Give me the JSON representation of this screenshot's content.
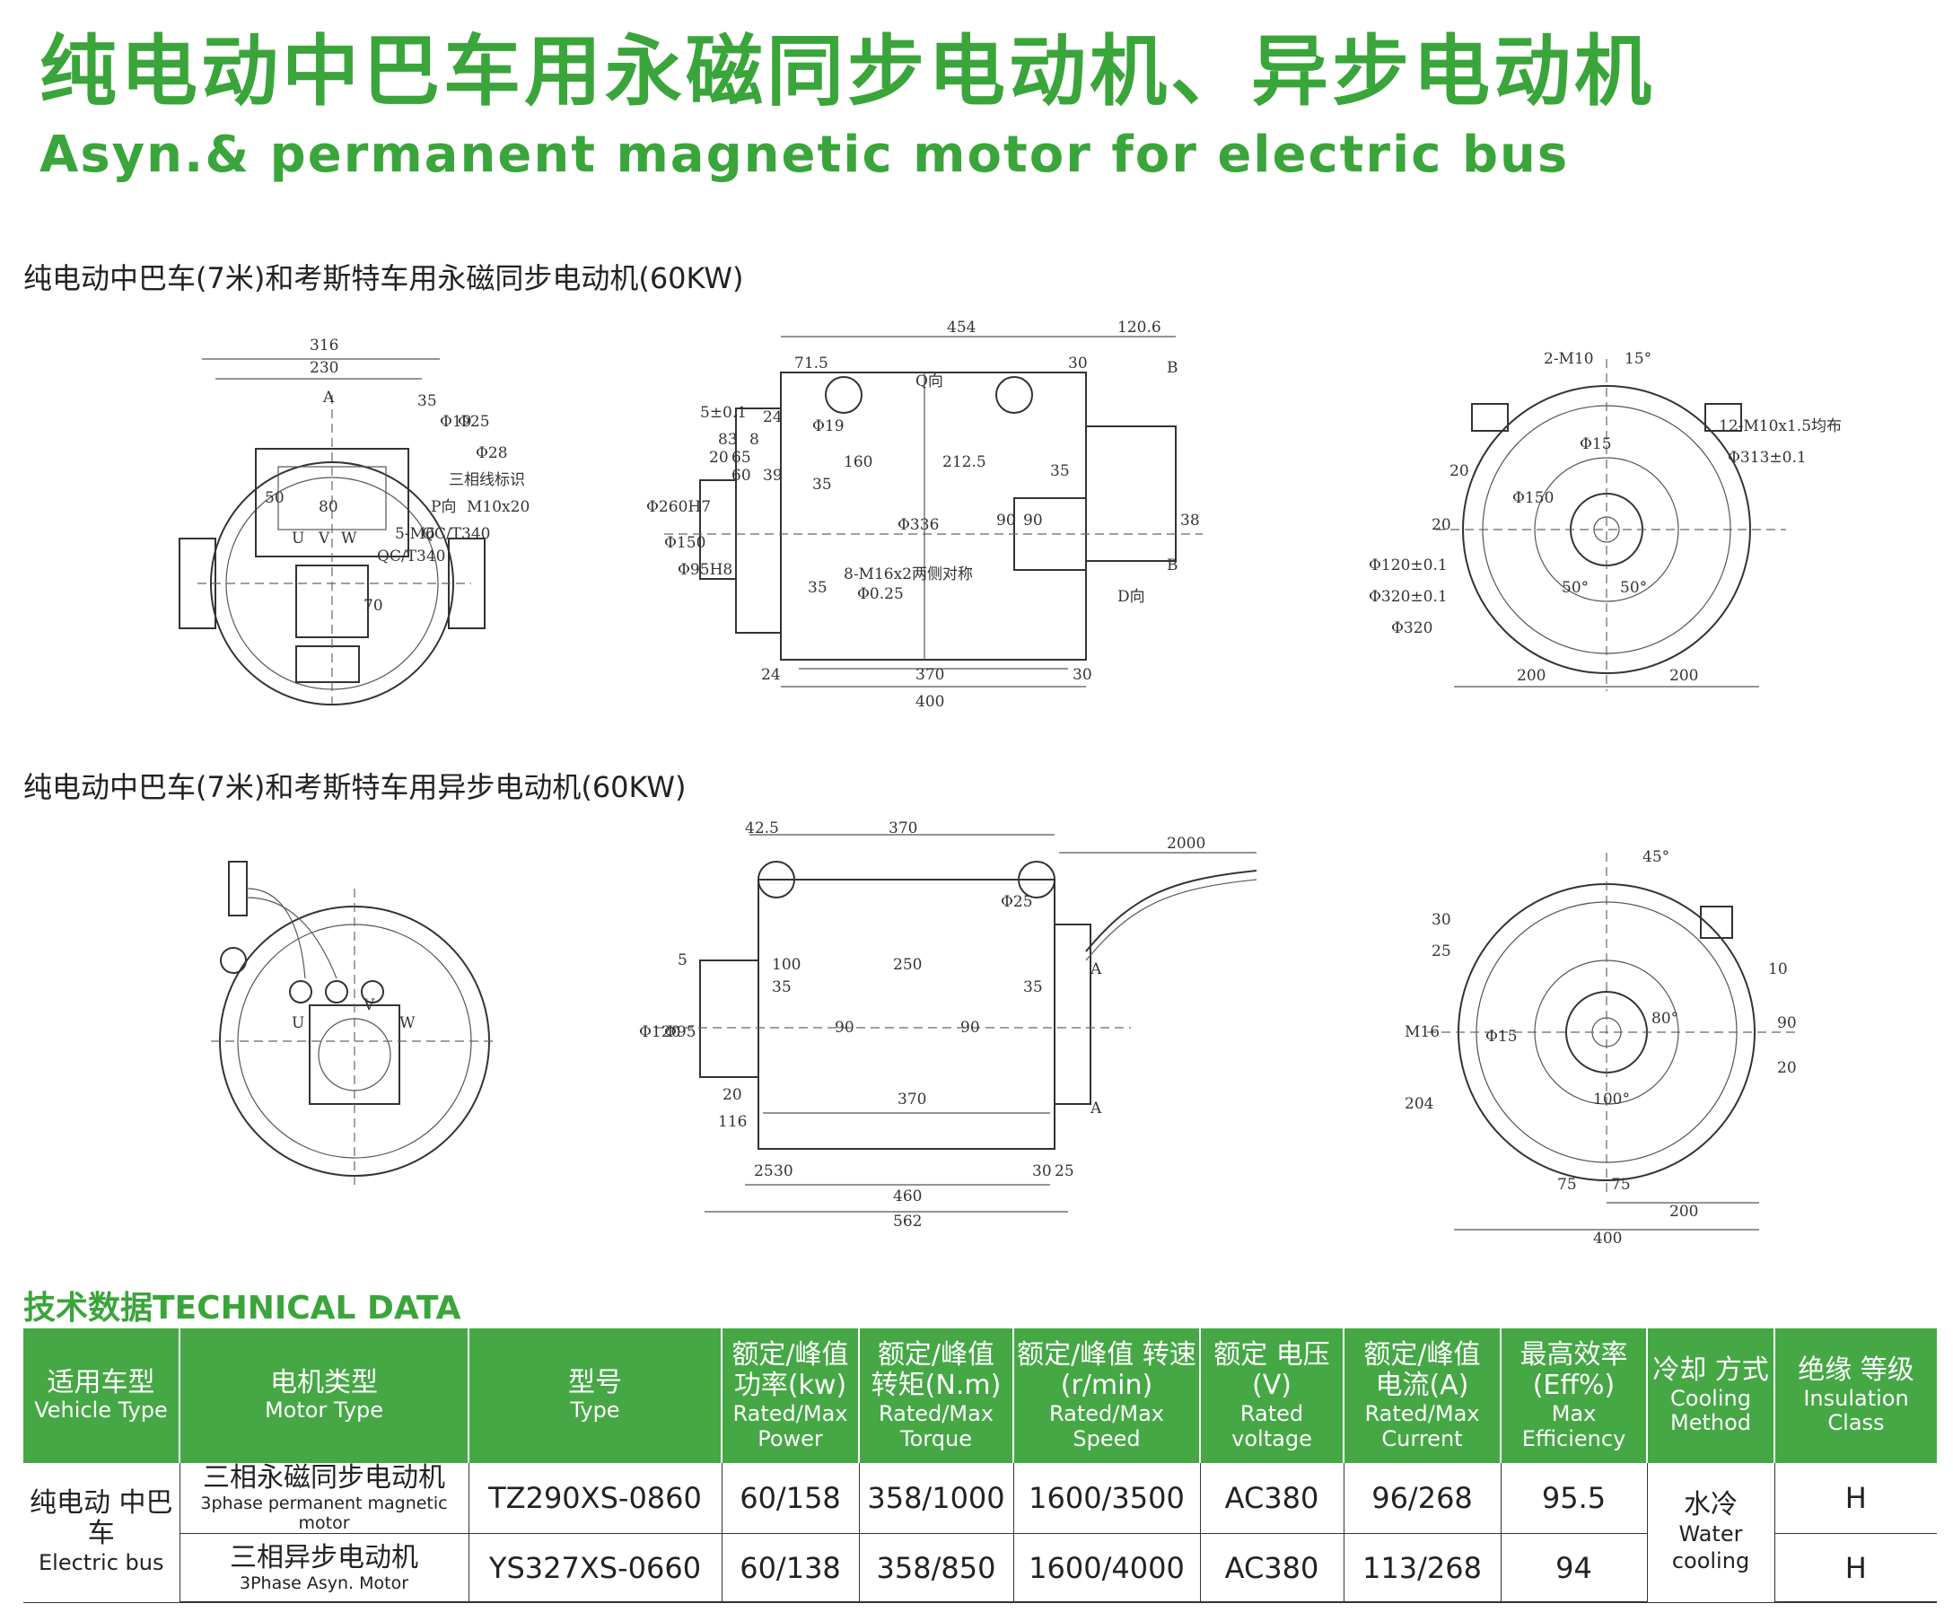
{
  "header": {
    "title_cn": "纯电动中巴车用永磁同步电动机、异步电动机",
    "title_en": "Asyn.& permanent magnetic motor for electric bus"
  },
  "sections": [
    {
      "label": "纯电动中巴车(7米)和考斯特车用永磁同步电动机(60KW)",
      "drawing_dims": {
        "front": [
          "316",
          "230",
          "35",
          "Φ19",
          "Φ25",
          "Φ28",
          "80",
          "50",
          "70",
          "A",
          "P向",
          "M10x20",
          "三相线标识",
          "5-M6",
          "QC/T340",
          "QC/T340",
          "U",
          "V",
          "W"
        ],
        "side": [
          "454",
          "120.6",
          "71.5",
          "Φ19",
          "Q向",
          "30",
          "5±0.1",
          "24",
          "83",
          "8",
          "65",
          "20",
          "60",
          "39",
          "35",
          "160",
          "212.5",
          "35",
          "Φ260H7",
          "Φ150",
          "Φ95H8",
          "Φ336",
          "90",
          "90",
          "8-M16x2两侧对称",
          "Φ0.25",
          "35",
          "B",
          "B",
          "38",
          "D向",
          "24",
          "370",
          "30",
          "400"
        ],
        "end": [
          "2-M10",
          "15°",
          "12-M10x1.5均布",
          "Φ15",
          "Φ313±0.1",
          "20",
          "20",
          "Φ150",
          "Φ120±0.1",
          "Φ320±0.1",
          "Φ320",
          "50°",
          "50°",
          "200",
          "200"
        ]
      }
    },
    {
      "label": "纯电动中巴车(7米)和考斯特车用异步电动机(60KW)",
      "drawing_dims": {
        "front": [
          "U",
          "V",
          "W"
        ],
        "side": [
          "42.5",
          "370",
          "2000",
          "Φ25",
          "5",
          "100",
          "250",
          "35",
          "35",
          "Φ120",
          "Φ95",
          "20",
          "116",
          "90",
          "90",
          "370",
          "A",
          "A",
          "25",
          "30",
          "30",
          "25",
          "460",
          "562"
        ],
        "end": [
          "45°",
          "30",
          "25",
          "10",
          "M16",
          "Φ15",
          "80°",
          "90",
          "20",
          "204",
          "100°",
          "75",
          "75",
          "200",
          "400"
        ]
      }
    }
  ],
  "tech": {
    "heading": "技术数据TECHNICAL DATA",
    "columns": [
      {
        "cn": "适用车型",
        "en": "Vehicle Type"
      },
      {
        "cn": "电机类型",
        "en": "Motor Type"
      },
      {
        "cn": "型号",
        "en": "Type"
      },
      {
        "cn": "额定/峰值 功率(kw)",
        "en": "Rated/Max Power"
      },
      {
        "cn": "额定/峰值 转矩(N.m)",
        "en": "Rated/Max Torque"
      },
      {
        "cn": "额定/峰值 转速(r/min)",
        "en": "Rated/Max Speed"
      },
      {
        "cn": "额定 电压(V)",
        "en": "Rated voltage"
      },
      {
        "cn": "额定/峰值 电流(A)",
        "en": "Rated/Max Current"
      },
      {
        "cn": "最高效率 (Eff%)",
        "en": "Max Efficiency"
      },
      {
        "cn": "冷却 方式",
        "en": "Cooling Method"
      },
      {
        "cn": "绝缘 等级",
        "en": "Insulation Class"
      }
    ],
    "vehicle": {
      "cn": "纯电动 中巴车",
      "en": "Electric bus"
    },
    "cooling": {
      "cn": "水冷",
      "en": "Water cooling"
    },
    "rows": [
      {
        "motor_cn": "三相永磁同步电动机",
        "motor_en": "3phase permanent magnetic motor",
        "type": "TZ290XS-0860",
        "power": "60/158",
        "torque": "358/1000",
        "speed": "1600/3500",
        "voltage": "AC380",
        "current": "96/268",
        "eff": "95.5",
        "insulation": "H"
      },
      {
        "motor_cn": "三相异步电动机",
        "motor_en": "3Phase Asyn. Motor",
        "type": "YS327XS-0660",
        "power": "60/138",
        "torque": "358/850",
        "speed": "1600/4000",
        "voltage": "AC380",
        "current": "113/268",
        "eff": "94",
        "insulation": "H"
      }
    ]
  }
}
